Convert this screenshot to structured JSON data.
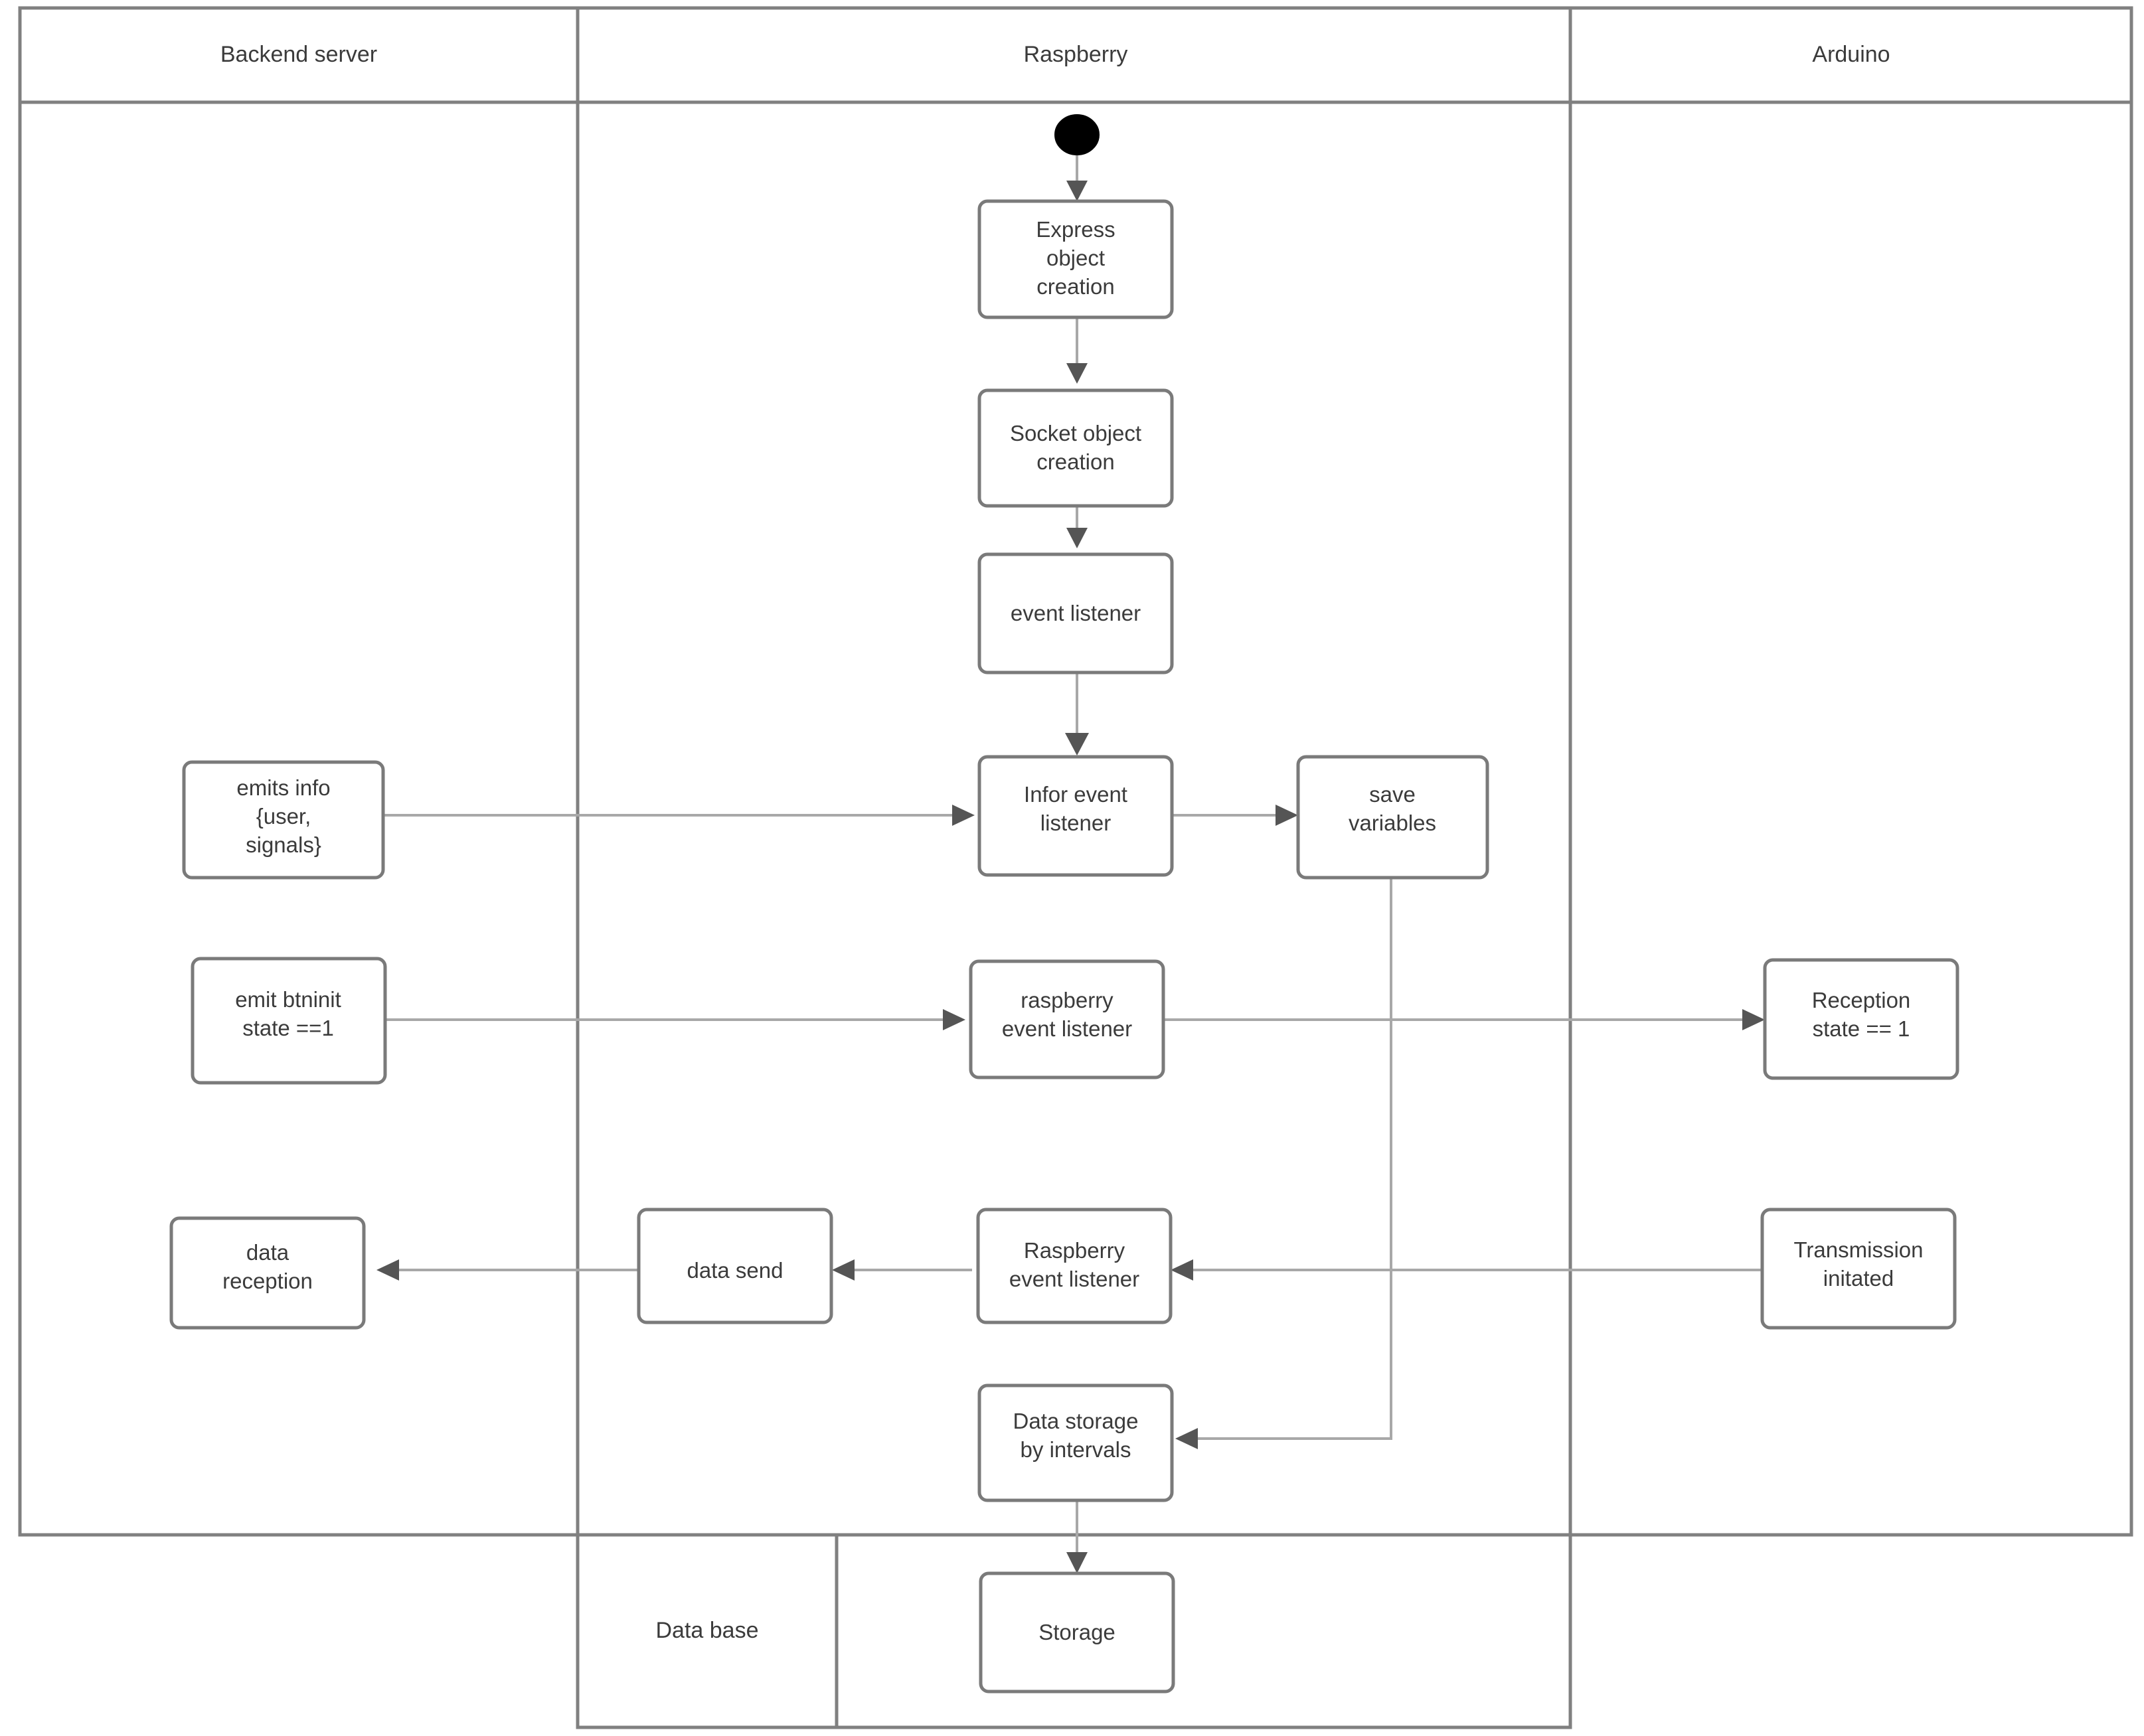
{
  "diagram": {
    "title": "Raspberry / Backend / Arduino activity swimlane diagram",
    "type": "uml-activity-swimlane",
    "colors": {
      "background": "#ffffff",
      "lane_border": "#808080",
      "node_border": "#7a7a7a",
      "node_fill": "#ffffff",
      "edge": "#a8a8a8",
      "text": "#3b3b3b",
      "start_node": "#000000"
    },
    "lanes": [
      {
        "id": "backend",
        "label": "Backend server"
      },
      {
        "id": "raspberry",
        "label": "Raspberry"
      },
      {
        "id": "arduino",
        "label": "Arduino"
      },
      {
        "id": "database",
        "label": "Data base"
      }
    ],
    "nodes": [
      {
        "id": "start",
        "lane": "raspberry",
        "shape": "initial-node",
        "label": ""
      },
      {
        "id": "express-object-creation",
        "lane": "raspberry",
        "shape": "activity",
        "label": "Express object creation",
        "lines": [
          "Express",
          "object",
          "creation"
        ]
      },
      {
        "id": "socket-object-creation",
        "lane": "raspberry",
        "shape": "activity",
        "label": "Socket object creation",
        "lines": [
          "Socket object",
          "creation"
        ]
      },
      {
        "id": "event-listener",
        "lane": "raspberry",
        "shape": "activity",
        "label": "event listener",
        "lines": [
          "event listener"
        ]
      },
      {
        "id": "emits-info",
        "lane": "backend",
        "shape": "activity",
        "label": "emits info {user, signals}",
        "lines": [
          "emits info",
          "{user,",
          "signals}"
        ]
      },
      {
        "id": "infor-event-listener",
        "lane": "raspberry",
        "shape": "activity",
        "label": "Infor event listener",
        "lines": [
          "Infor event",
          "listener"
        ]
      },
      {
        "id": "save-variables",
        "lane": "raspberry",
        "shape": "activity",
        "label": "save variables",
        "lines": [
          "save",
          "variables"
        ]
      },
      {
        "id": "emit-btninit",
        "lane": "backend",
        "shape": "activity",
        "label": "emit btninit state ==1",
        "lines": [
          "emit btninit",
          "state ==1"
        ]
      },
      {
        "id": "raspberry-event-listener-lower",
        "lane": "raspberry",
        "shape": "activity",
        "label": "raspberry event listener",
        "lines": [
          "raspberry",
          "event listener"
        ]
      },
      {
        "id": "reception-state",
        "lane": "arduino",
        "shape": "activity",
        "label": "Reception state == 1",
        "lines": [
          "Reception",
          "state == 1"
        ]
      },
      {
        "id": "data-reception",
        "lane": "backend",
        "shape": "activity",
        "label": "data reception",
        "lines": [
          "data",
          "reception"
        ]
      },
      {
        "id": "data-send",
        "lane": "raspberry",
        "shape": "activity",
        "label": "data send",
        "lines": [
          "data send"
        ]
      },
      {
        "id": "raspberry-event-listener-upper",
        "lane": "raspberry",
        "shape": "activity",
        "label": "Raspberry event listener",
        "lines": [
          "Raspberry",
          "event listener"
        ]
      },
      {
        "id": "transmission-initated",
        "lane": "arduino",
        "shape": "activity",
        "label": "Transmission initated",
        "lines": [
          "Transmission",
          "initated"
        ]
      },
      {
        "id": "data-storage-by-intervals",
        "lane": "raspberry",
        "shape": "activity",
        "label": "Data storage by intervals",
        "lines": [
          "Data storage",
          "by intervals"
        ]
      },
      {
        "id": "storage",
        "lane": "database",
        "shape": "activity",
        "label": "Storage",
        "lines": [
          "Storage"
        ]
      }
    ],
    "edges": [
      {
        "from": "start",
        "to": "express-object-creation",
        "direction": "down"
      },
      {
        "from": "express-object-creation",
        "to": "socket-object-creation",
        "direction": "down"
      },
      {
        "from": "socket-object-creation",
        "to": "event-listener",
        "direction": "down"
      },
      {
        "from": "event-listener",
        "to": "infor-event-listener",
        "direction": "down"
      },
      {
        "from": "emits-info",
        "to": "infor-event-listener",
        "direction": "right"
      },
      {
        "from": "infor-event-listener",
        "to": "save-variables",
        "direction": "right"
      },
      {
        "from": "emit-btninit",
        "to": "raspberry-event-listener-lower",
        "direction": "right"
      },
      {
        "from": "raspberry-event-listener-lower",
        "to": "reception-state",
        "direction": "right"
      },
      {
        "from": "transmission-initated",
        "to": "raspberry-event-listener-upper",
        "direction": "left"
      },
      {
        "from": "raspberry-event-listener-upper",
        "to": "data-send",
        "direction": "left"
      },
      {
        "from": "data-send",
        "to": "data-reception",
        "direction": "left"
      },
      {
        "from": "save-variables",
        "to": "data-storage-by-intervals",
        "direction": "elbow-down-left"
      },
      {
        "from": "data-storage-by-intervals",
        "to": "storage",
        "direction": "down"
      }
    ]
  }
}
